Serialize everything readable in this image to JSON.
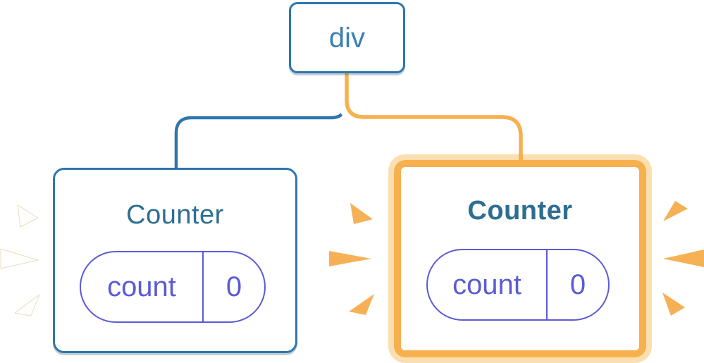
{
  "diagram": {
    "root_node": {
      "label": "div"
    },
    "cards": {
      "left": {
        "title": "Counter",
        "state_key": "count",
        "state_value": "0",
        "highlighted": false
      },
      "right": {
        "title": "Counter",
        "state_key": "count",
        "state_value": "0",
        "highlighted": true
      }
    }
  },
  "colors": {
    "tree_blue": "#2E76AC",
    "title_teal": "#2D6E91",
    "state_purple": "#5B5BD6",
    "highlight_orange": "#F7B04E",
    "highlight_orange_light": "#FBDFB0",
    "sparkle_orange": "#F6B156",
    "sparkle_white": "#FFFFFF"
  }
}
